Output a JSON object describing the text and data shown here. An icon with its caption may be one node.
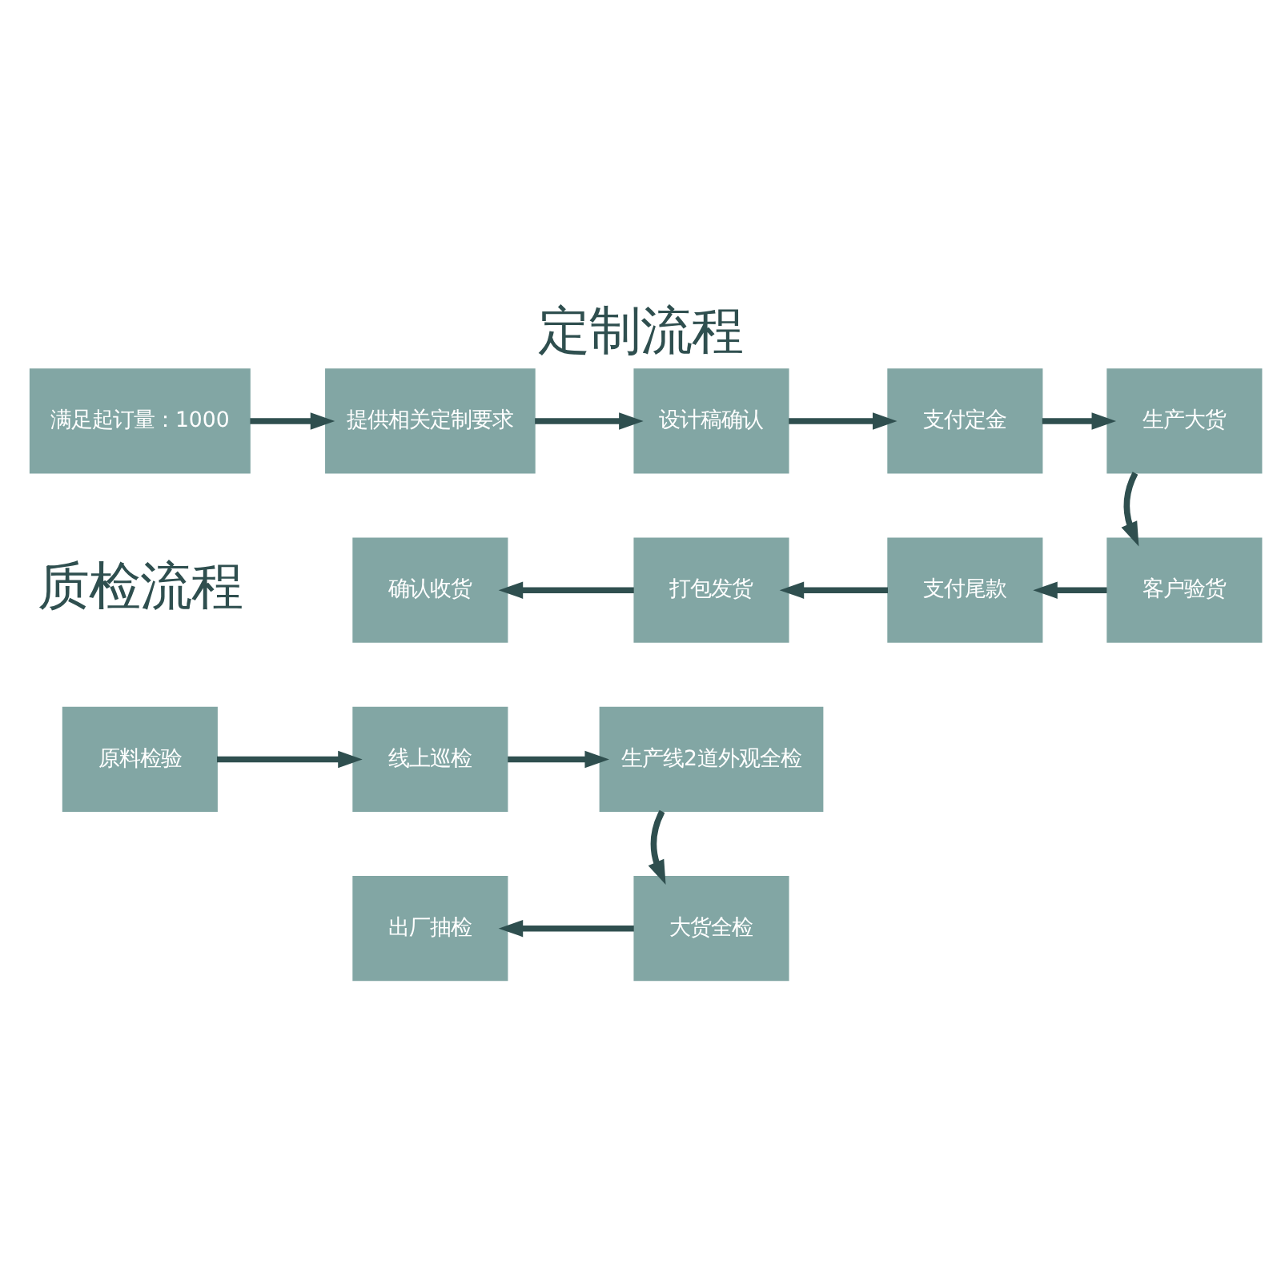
{
  "diagram": {
    "title": "定制流程",
    "nodes": [
      {
        "text": [
          "满足起订量：1000"
        ]
      },
      {
        "text": [
          "提供相关定制要求"
        ]
      },
      {
        "text": [
          "设计稿确认"
        ]
      },
      {
        "text": [
          "支付定金"
        ]
      },
      {
        "text": [
          "生产大货"
        ]
      },
      {
        "text": [
          "客户验货"
        ]
      },
      {
        "text": [
          "支付尾款"
        ]
      },
      {
        "text": [
          "打包发货"
        ]
      },
      {
        "text": [
          "确认收货"
        ]
      },
      {
        "text": [
          "原料检验"
        ]
      },
      {
        "text": [
          "线上巡检"
        ]
      },
      {
        "text": [
          "生产线2道外观全检"
        ]
      },
      {
        "text": [
          "大货全检"
        ]
      },
      {
        "text": [
          "出厂抽检"
        ]
      }
    ],
    "edges": [
      {
        "from": 0,
        "to": 1,
        "arrow": "to"
      },
      {
        "from": 1,
        "to": 2,
        "arrow": "to"
      },
      {
        "from": 2,
        "to": 3,
        "arrow": "to"
      },
      {
        "from": 3,
        "to": 4,
        "arrow": "to"
      },
      {
        "from": 4,
        "to": 5,
        "arrow": "to"
      },
      {
        "from": 5,
        "to": 6,
        "arrow": "to"
      },
      {
        "from": 6,
        "to": 7,
        "arrow": "to"
      },
      {
        "from": 7,
        "to": 8,
        "arrow": "to"
      },
      {
        "from": 9,
        "to": 10,
        "arrow": "to"
      },
      {
        "from": 10,
        "to": 11,
        "arrow": "to"
      },
      {
        "from": 11,
        "to": 12,
        "arrow": "to"
      },
      {
        "from": 12,
        "to": 13,
        "arrow": "to"
      }
    ],
    "labels": [
      "质检流程"
    ]
  }
}
